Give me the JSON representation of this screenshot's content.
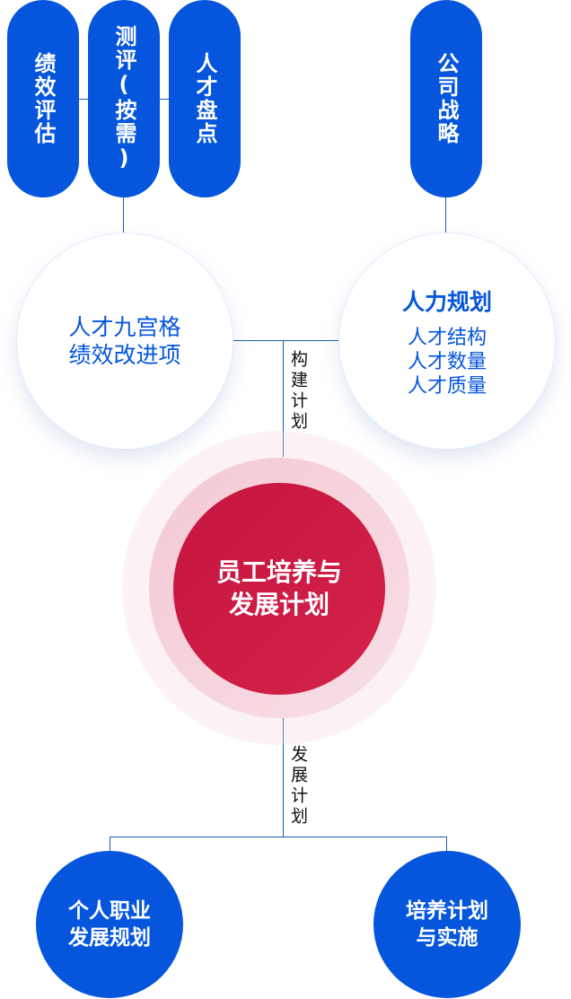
{
  "top_pills": [
    {
      "label": "绩效评估"
    },
    {
      "label": "测评(按需)"
    },
    {
      "label": "人才盘点"
    },
    {
      "label": "公司战略"
    }
  ],
  "left_circle": {
    "lines": [
      "人才九宫格",
      "绩效改进项"
    ]
  },
  "right_circle": {
    "title": "人力规划",
    "lines": [
      "人才结构",
      "人才数量",
      "人才质量"
    ]
  },
  "connector_labels": {
    "build": "构建计划",
    "develop": "发展计划"
  },
  "center": {
    "lines": [
      "员工培养与",
      "发展计划"
    ]
  },
  "bottom_circles": [
    {
      "lines": [
        "个人职业",
        "发展规划"
      ]
    },
    {
      "lines": [
        "培养计划",
        "与实施"
      ]
    }
  ],
  "colors": {
    "blue": "#0556dc",
    "red": "#c8173f",
    "line": "#1a5fb0"
  }
}
